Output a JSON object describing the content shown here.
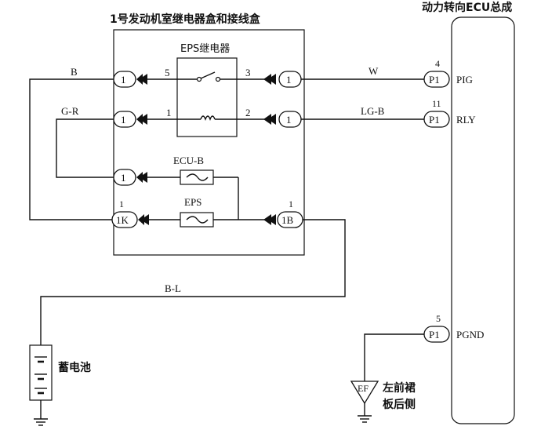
{
  "junction_box": {
    "title": "1号发动机室继电器盒和接线盒",
    "relay_label": "EPS继电器",
    "fuse_ecub_label": "ECU-B",
    "fuse_eps_label": "EPS",
    "pin_5": "5",
    "pin_3": "3",
    "pin_1": "1",
    "pin_2": "2",
    "connectors": {
      "left_b": "1",
      "left_gr": "1",
      "left_ecub": "1",
      "left_1k": "1K",
      "left_1k_num": "1",
      "right_w": "1",
      "right_lgb": "1",
      "right_1b": "1B",
      "right_1b_num": "1"
    }
  },
  "wires": {
    "b": "B",
    "gr": "G-R",
    "w": "W",
    "lgb": "LG-B",
    "bl": "B-L"
  },
  "ecu": {
    "title": "动力转向ECU总成",
    "pig": {
      "num": "4",
      "conn": "P1",
      "label": "PIG"
    },
    "rly": {
      "num": "11",
      "conn": "P1",
      "label": "RLY"
    },
    "pgnd": {
      "num": "5",
      "conn": "P1",
      "label": "PGND"
    }
  },
  "battery": {
    "label": "蓄电池"
  },
  "ground": {
    "code": "EF",
    "label_line1": "左前裙",
    "label_line2": "板后侧"
  }
}
